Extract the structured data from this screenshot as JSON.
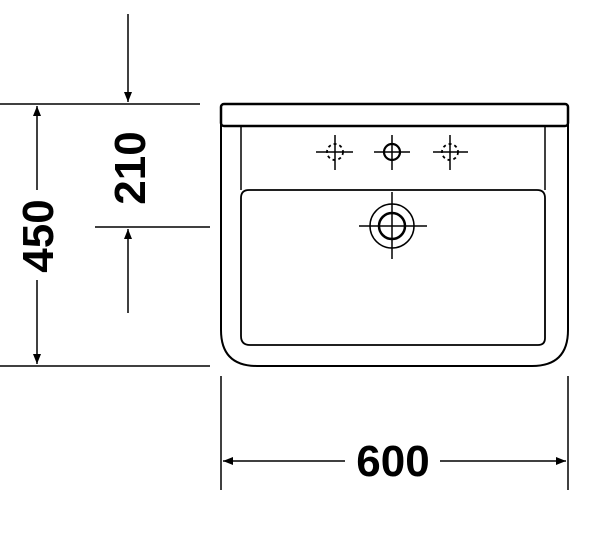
{
  "drawing": {
    "subject": "wash basin technical drawing",
    "units": "mm",
    "line_color": "#000000",
    "background": "#ffffff"
  },
  "dimensions": {
    "overall_height": "450",
    "tap_hole_to_drain": "210",
    "overall_width": "600"
  },
  "features": {
    "tap_holes": [
      "left-tap-hole-optional",
      "center-tap-hole",
      "right-tap-hole-optional"
    ],
    "drain": "drain-outlet"
  }
}
